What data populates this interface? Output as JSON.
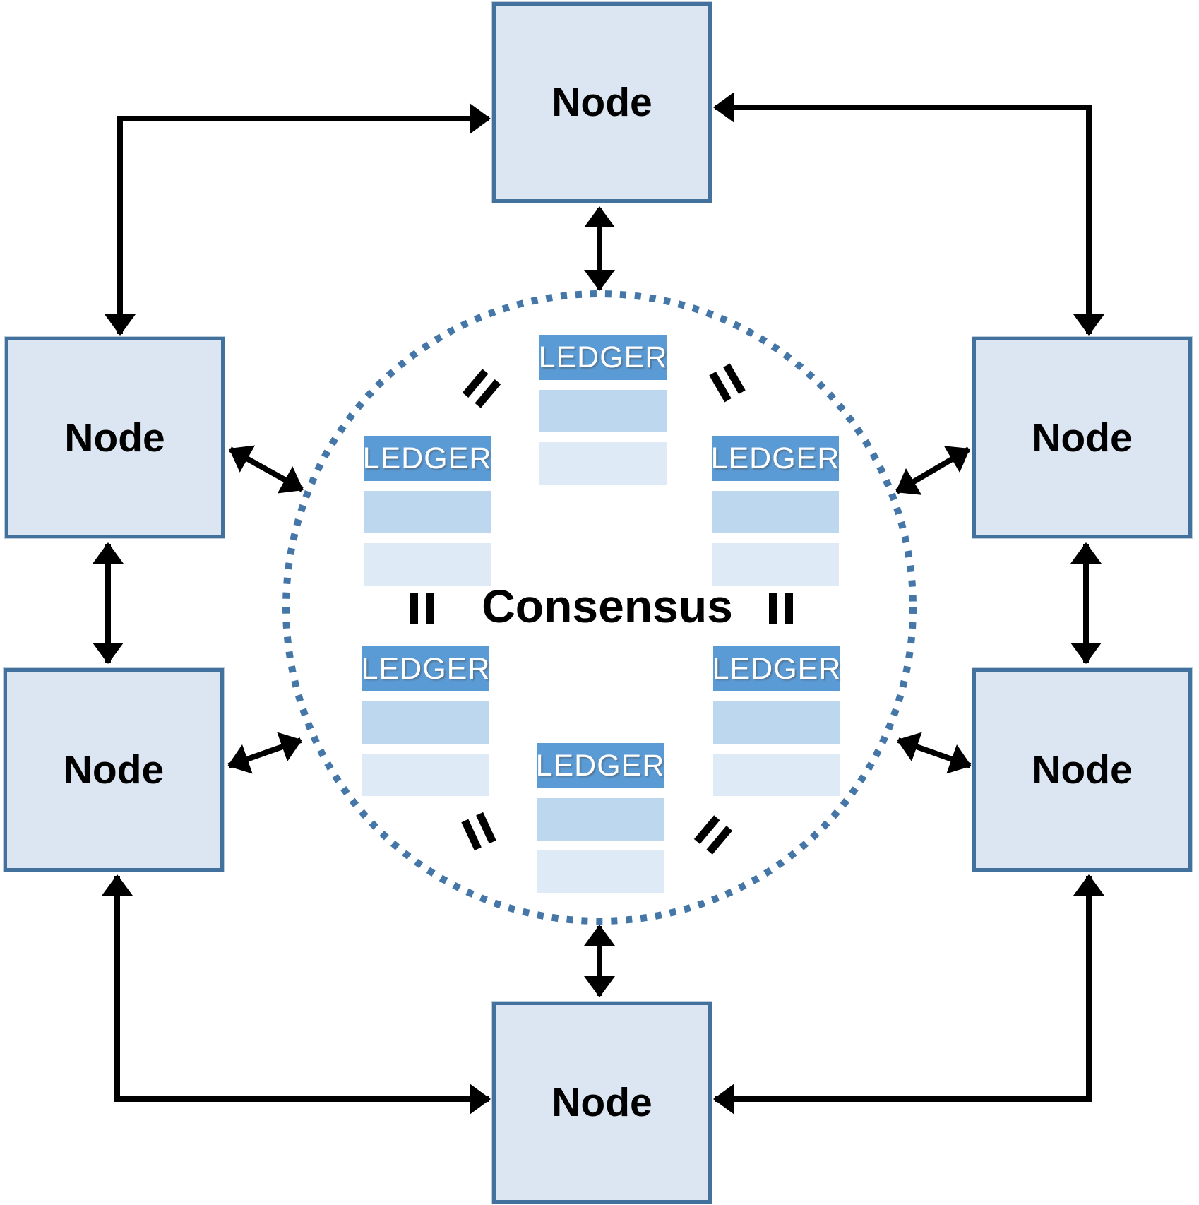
{
  "diagram": {
    "consensus_label": "Consensus",
    "node_label": "Node",
    "ledger_label": "LEDGER",
    "equals_symbol": "=",
    "node_count": 6,
    "ledger_count": 6,
    "colors": {
      "node_fill": "#dce6f2",
      "node_border": "#41719c",
      "ledger_header_fill": "#5b9bd5",
      "ledger_header_text": "#ffffff",
      "ledger_row1_fill": "#bdd7ee",
      "ledger_row2_fill": "#deeaf6",
      "circle_dots": "#4576a8",
      "arrow": "#000000",
      "label_text": "#000000"
    }
  }
}
